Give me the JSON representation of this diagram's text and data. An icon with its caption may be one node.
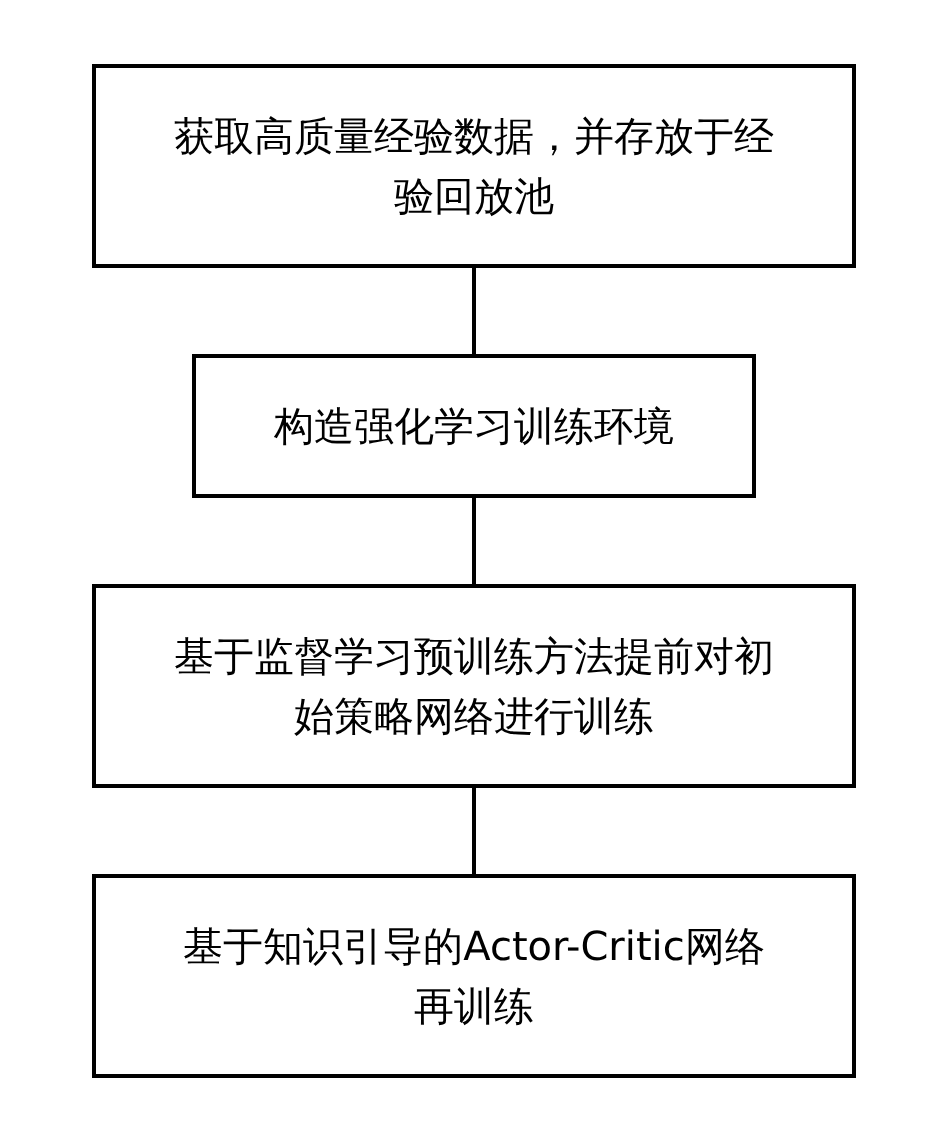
{
  "diagram": {
    "nodes": [
      {
        "text": [
          "获取高质量经验数据，并存放于经验回放池"
        ]
      },
      {
        "text": [
          "构造强化学习训练环境"
        ]
      },
      {
        "text": [
          "基于监督学习预训练方法提前对初始策略网络进行训练"
        ]
      },
      {
        "text": [
          "基于知识引导的Actor-Critic网络再训练"
        ]
      }
    ],
    "edges": [
      {
        "from": 0,
        "to": 1,
        "arrow": "none"
      },
      {
        "from": 1,
        "to": 2,
        "arrow": "none"
      },
      {
        "from": 2,
        "to": 3,
        "arrow": "none"
      }
    ]
  }
}
